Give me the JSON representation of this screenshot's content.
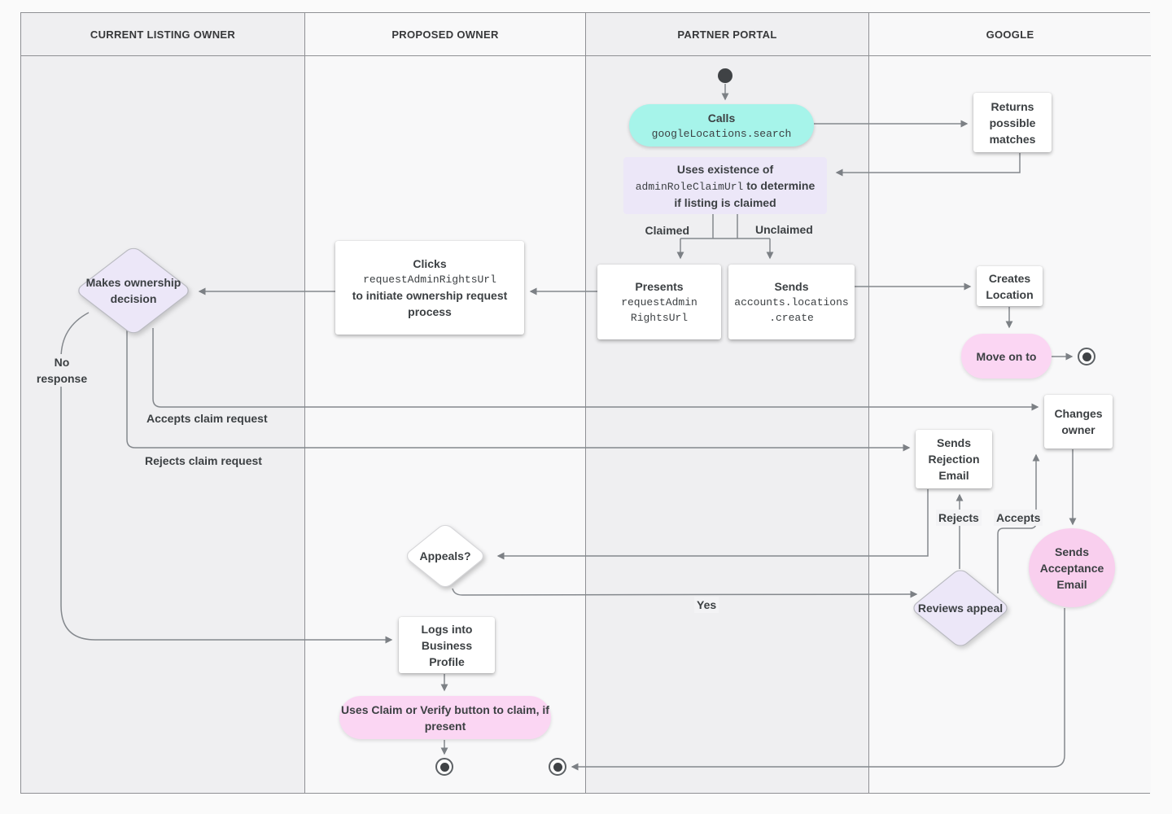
{
  "lanes": [
    {
      "label": "CURRENT LISTING OWNER"
    },
    {
      "label": "PROPOSED OWNER"
    },
    {
      "label": "PARTNER PORTAL"
    },
    {
      "label": "GOOGLE"
    }
  ],
  "nodes": {
    "calls": {
      "title": "Calls",
      "code": "googleLocations.search"
    },
    "returns_matches": {
      "label": "Returns possible matches"
    },
    "uses_existence": {
      "pre": "Uses existence of",
      "code": "adminRoleClaimUrl",
      "post": "to determine if listing is claimed"
    },
    "presents": {
      "title": "Presents",
      "code_line1": "requestAdmin",
      "code_line2": "RightsUrl"
    },
    "sends_create": {
      "title": "Sends",
      "code_line1": "accounts.locations",
      "code_line2": ".create"
    },
    "clicks": {
      "title": "Clicks",
      "code": "requestAdminRightsUrl",
      "rest": "to initiate ownership request process"
    },
    "makes_decision": {
      "label": "Makes ownership decision"
    },
    "creates_location": {
      "label": "Creates Location"
    },
    "move_on": {
      "label": "Move on to"
    },
    "changes_owner": {
      "label": "Changes owner"
    },
    "sends_rejection": {
      "label": "Sends Rejection Email"
    },
    "appeals": {
      "label": "Appeals?"
    },
    "reviews_appeal": {
      "label": "Reviews appeal"
    },
    "sends_acceptance": {
      "label": "Sends Acceptance Email"
    },
    "logs_in": {
      "label": "Logs into Business Profile"
    },
    "claim_verify": {
      "label": "Uses Claim or Verify button to claim, if present"
    }
  },
  "edge_labels": {
    "claimed": "Claimed",
    "unclaimed": "Unclaimed",
    "no_response": "No response",
    "accepts_claim": "Accepts claim request",
    "rejects_claim": "Rejects claim request",
    "yes": "Yes",
    "rejects": "Rejects",
    "accepts": "Accepts"
  },
  "colors": {
    "page": "#fafafa",
    "lane_dark": "#efeff1",
    "lane_light": "#f8f8f9",
    "border": "#8f9094",
    "line": "#84888d",
    "arrow": "#7c8085",
    "text": "#3c4043",
    "teal": "#a6f4ea",
    "lavender": "#ece7f8",
    "pink_pill": "#fbd6f3",
    "pink_circle": "#f9cfee",
    "node_white": "#ffffff",
    "shape_border": "#b9bac0",
    "dot": "#3f4245"
  }
}
